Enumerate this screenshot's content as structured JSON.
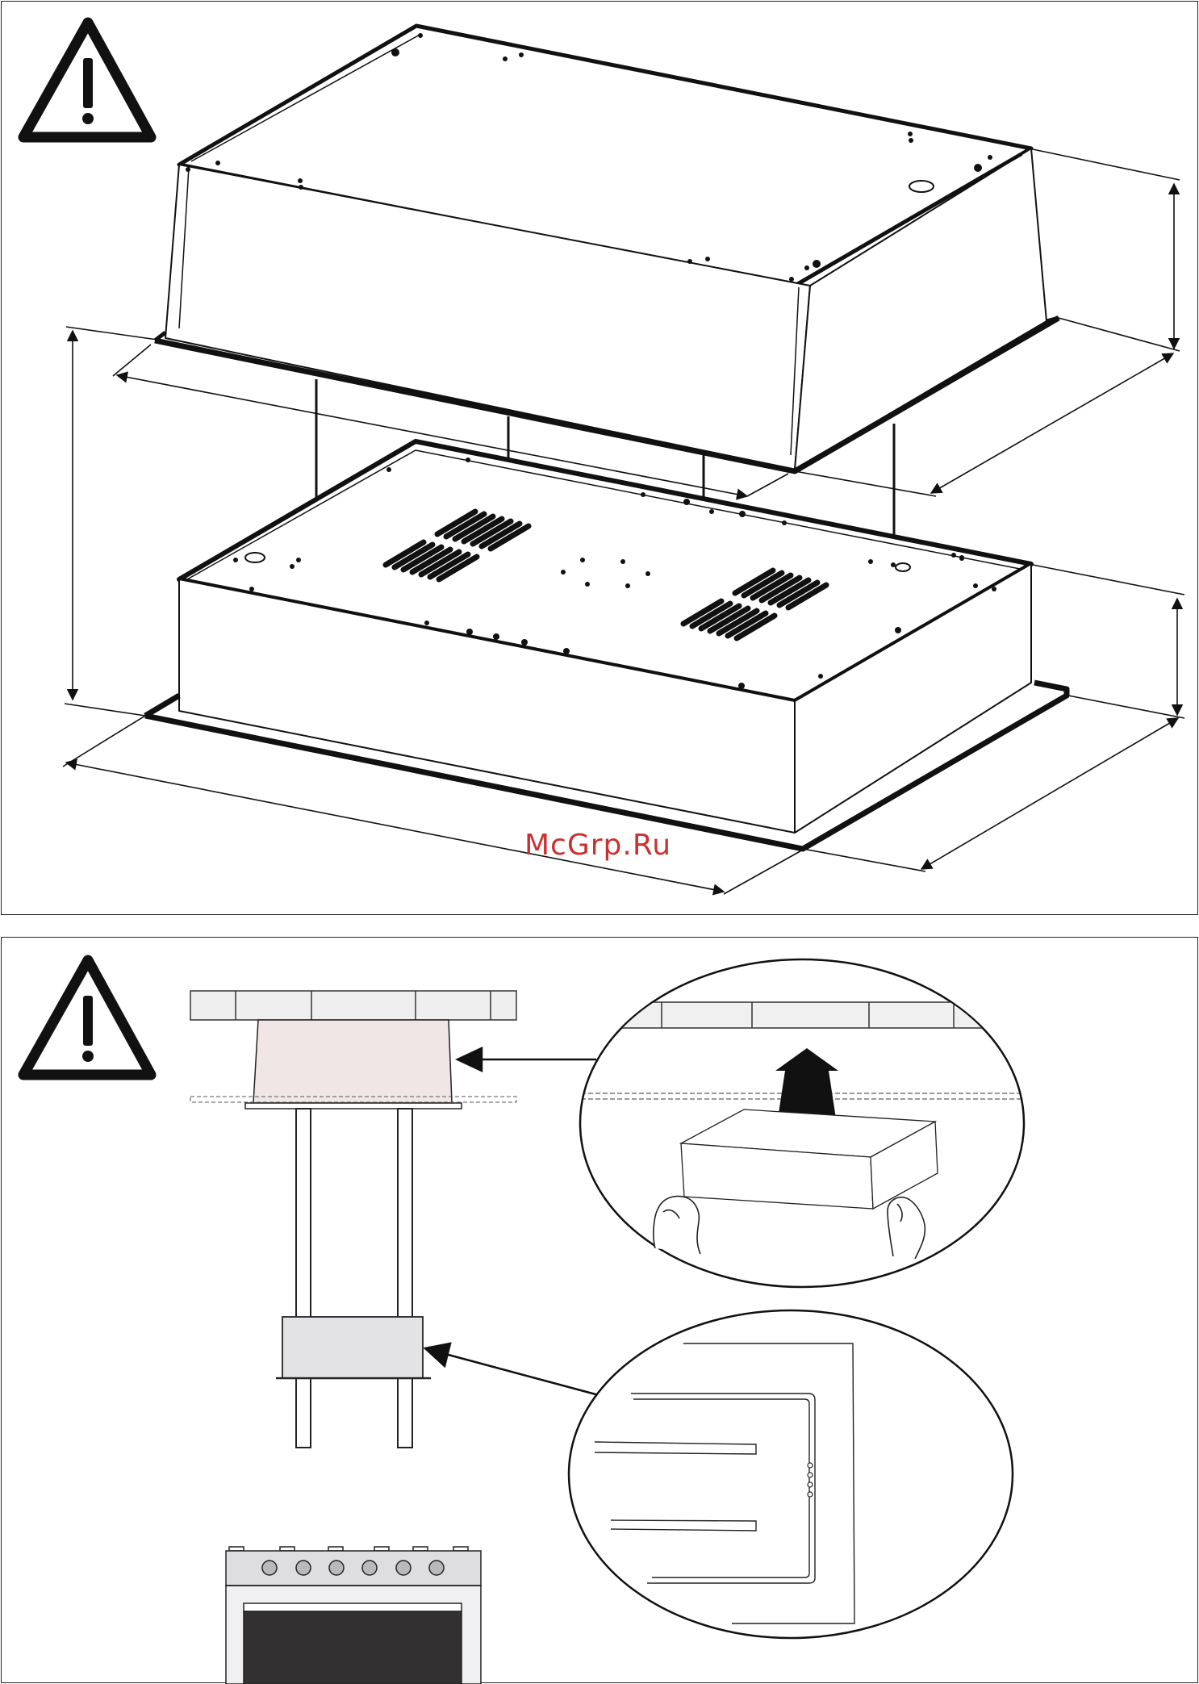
{
  "watermark": {
    "text": "McGrp.Ru",
    "color": "#c8322f"
  },
  "panels": [
    {
      "name": "installation-dimensions-panel",
      "warning_icon": "warning-triangle-icon"
    },
    {
      "name": "hood-installation-panel",
      "warning_icon": "warning-triangle-icon"
    }
  ],
  "colors": {
    "stroke": "#111111",
    "casing": "#f0e6e6",
    "control_box": "#e3e3e6",
    "oven_door": "#333031"
  }
}
